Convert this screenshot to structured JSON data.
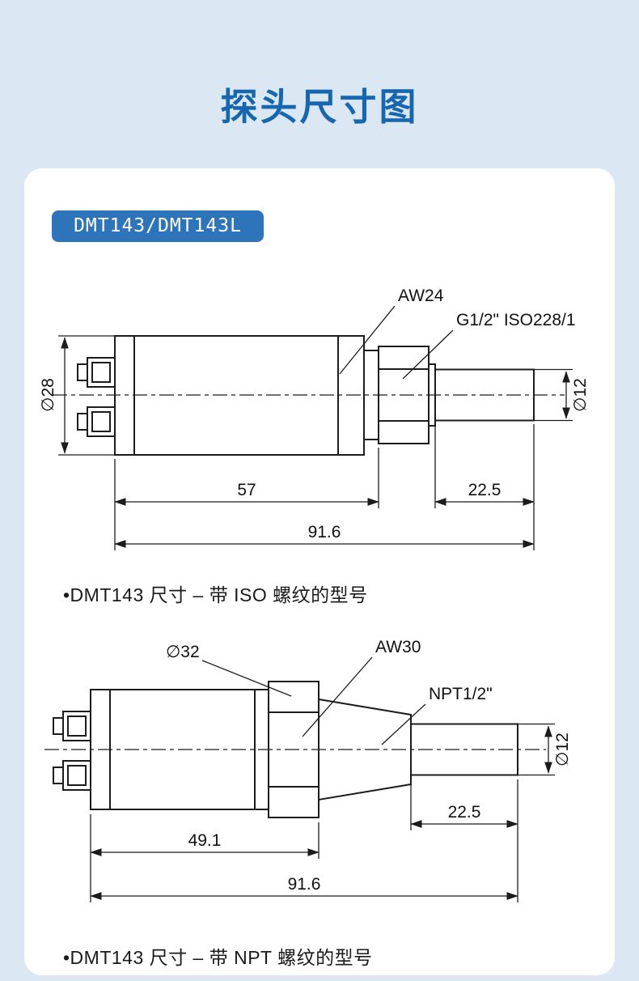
{
  "title": "探头尺寸图",
  "badge": "DMT143/DMT143L",
  "iso": {
    "label_aw": "AW24",
    "label_thread": "G1/2\" ISO228/1",
    "dia_body": "∅28",
    "dia_probe": "∅12",
    "len_body": "57",
    "len_probe": "22.5",
    "len_total": "91.6",
    "caption": "•DMT143 尺寸 – 带 ISO 螺纹的型号"
  },
  "npt": {
    "dia_nut": "∅32",
    "label_aw": "AW30",
    "label_thread": "NPT1/2\"",
    "dia_probe": "∅12",
    "len_probe": "22.5",
    "len_body": "49.1",
    "len_total": "91.6",
    "caption": "•DMT143 尺寸 – 带 NPT 螺纹的型号"
  }
}
